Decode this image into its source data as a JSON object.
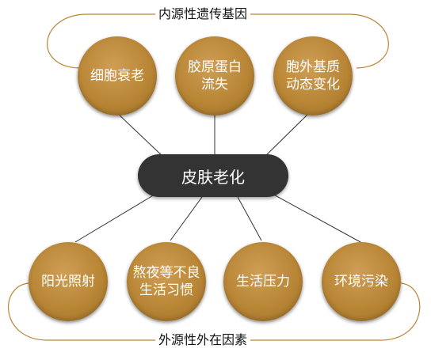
{
  "center": "皮肤老化",
  "internal": {
    "label": "内源性遗传基因",
    "items": [
      {
        "lines": [
          "细胞衰老"
        ]
      },
      {
        "lines": [
          "胶原蛋白",
          "流失"
        ]
      },
      {
        "lines": [
          "胞外基质",
          "动态变化"
        ]
      }
    ]
  },
  "external": {
    "label": "外源性外在因素",
    "items": [
      {
        "lines": [
          "阳光照射"
        ]
      },
      {
        "lines": [
          "熬夜等不良",
          "生活习惯"
        ]
      },
      {
        "lines": [
          "生活压力"
        ]
      },
      {
        "lines": [
          "环境污染"
        ]
      }
    ]
  },
  "colors": {
    "circle": "#b98636",
    "center": "#333333",
    "bracket": "#b98636",
    "connector": "#333333"
  }
}
